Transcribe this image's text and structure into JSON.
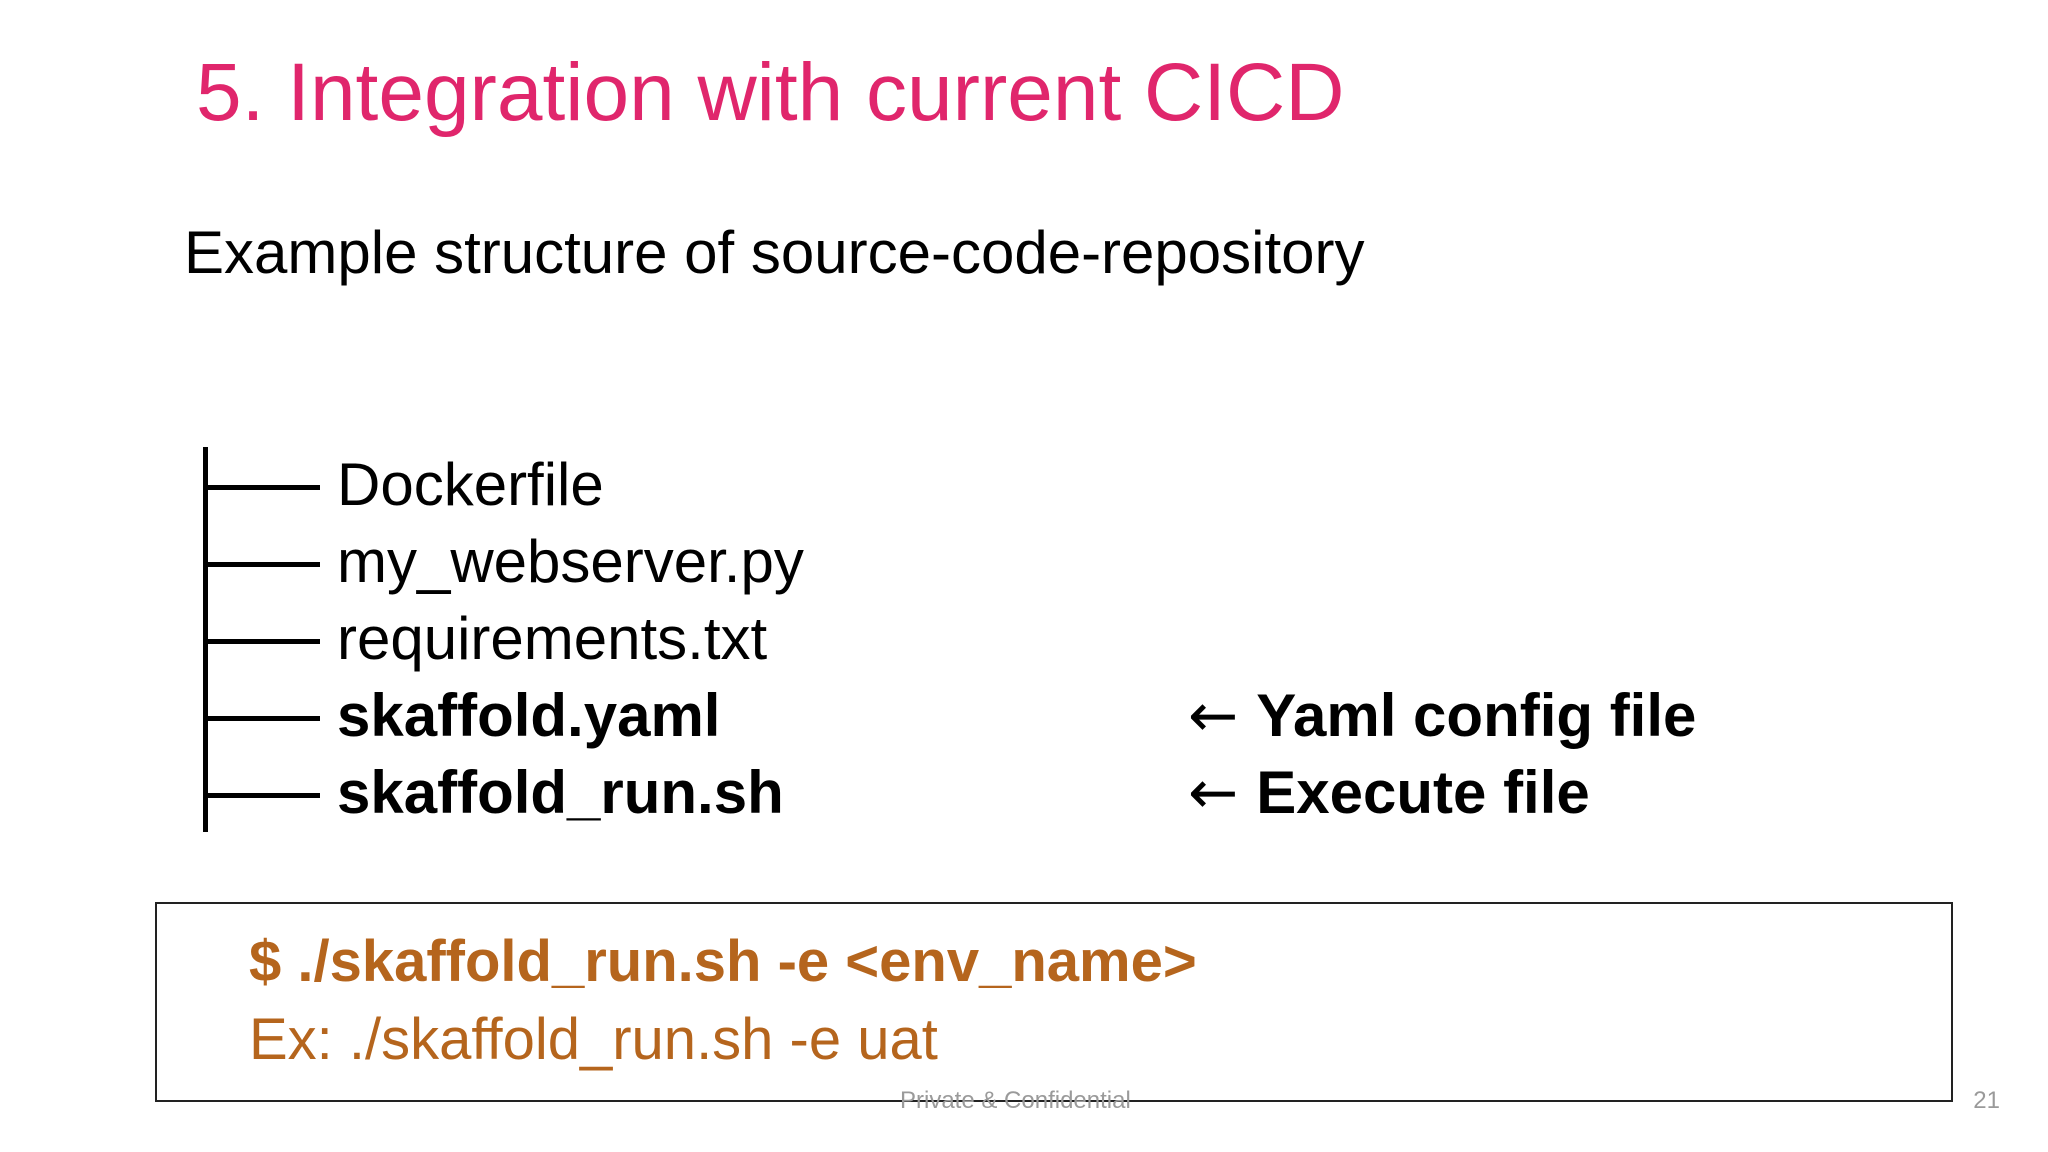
{
  "slide": {
    "title": "5. Integration with current CICD",
    "subtitle": "Example structure of source-code-repository",
    "tree": [
      {
        "name": "Dockerfile",
        "annotation": ""
      },
      {
        "name": "my_webserver.py",
        "annotation": ""
      },
      {
        "name": "requirements.txt",
        "annotation": ""
      },
      {
        "name": "skaffold.yaml",
        "annotation": "Yaml config file"
      },
      {
        "name": "skaffold_run.sh",
        "annotation": "Execute file"
      }
    ],
    "arrow": "←",
    "command": {
      "line1": "$ ./skaffold_run.sh -e <env_name>",
      "line2": "Ex: ./skaffold_run.sh -e uat"
    },
    "footer": "Private & Confidential",
    "page_number": "21"
  },
  "colors": {
    "title": "#e0266c",
    "command": "#b5651d",
    "footer": "#9a9a9a"
  }
}
